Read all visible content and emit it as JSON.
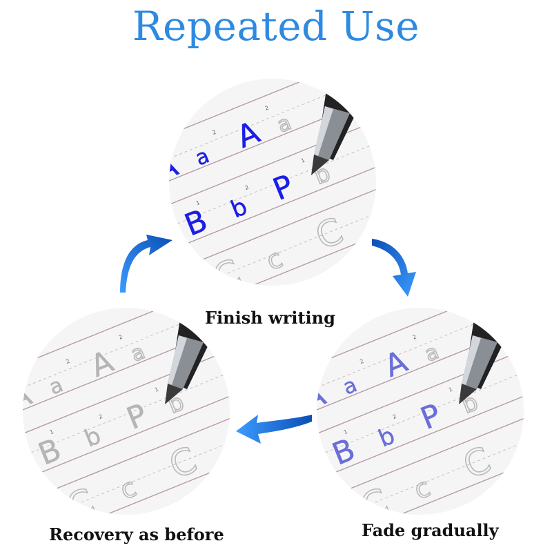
{
  "title": "Repeated Use",
  "colors": {
    "title": "#2e8ae0",
    "ink_full": "#1a1ee6",
    "ink_faded": "#6f73d6",
    "ink_gone": "#b9b9b9",
    "arrow": "#1f6fd6"
  },
  "stages": [
    {
      "id": "finish",
      "caption": "Finish writing",
      "ink": "#1a1ee6"
    },
    {
      "id": "recovery",
      "caption": "Recovery as before",
      "ink": "#b5b5b5"
    },
    {
      "id": "fade",
      "caption": "Fade gradually",
      "ink": "#6a6fd8"
    }
  ],
  "letters": {
    "row1": [
      "A",
      "a",
      "A",
      "a"
    ],
    "row2": [
      "B",
      "b",
      "P",
      "b"
    ],
    "row3": [
      "C",
      "c",
      "C"
    ]
  },
  "stroke_numbers": [
    "2",
    "2",
    "2",
    "1",
    "2",
    "1"
  ]
}
